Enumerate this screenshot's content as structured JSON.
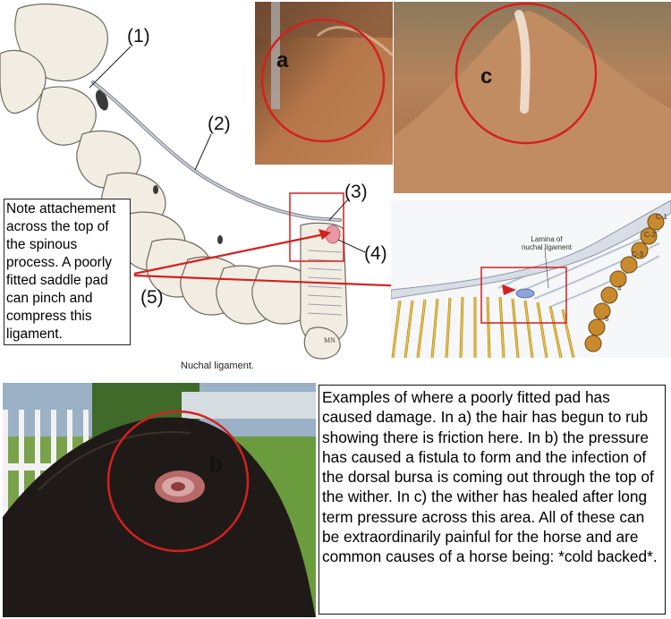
{
  "diagram": {
    "number_labels": [
      "(1)",
      "(2)",
      "(3)",
      "(4)",
      "(5)"
    ],
    "nuchal_caption": "Nuchal ligament.",
    "artist_mark": "MN",
    "lamina_label_line1": "Lamina of",
    "lamina_label_line2": "nuchal ligament",
    "vertebra_labels": [
      "C-1",
      "C-2",
      "C-3",
      "4",
      "5"
    ]
  },
  "note_box": {
    "text": "Note attachement across the top of the spinous process.  A poorly fitted saddle pad can pinch and compress this ligament."
  },
  "photos": {
    "a": {
      "letter": "a"
    },
    "b": {
      "letter": "b"
    },
    "c": {
      "letter": "c"
    }
  },
  "caption_box": {
    "text": "Examples of where a poorly fitted pad has caused damage.  In a) the hair has begun to rub showing there is friction here.  In b) the pressure has caused a fistula to form and the infection of the dorsal bursa is coming out through the top of the wither.  In c) the wither has healed after long term pressure across this area.  All of these can be extraordinarily painful for the horse and are common causes of a horse being: *cold backed*."
  },
  "colors": {
    "annotation_red": "#d42020",
    "bone": "#f1ece0",
    "horse_coat": "#b87a50",
    "turf": "#6a9c3e"
  }
}
